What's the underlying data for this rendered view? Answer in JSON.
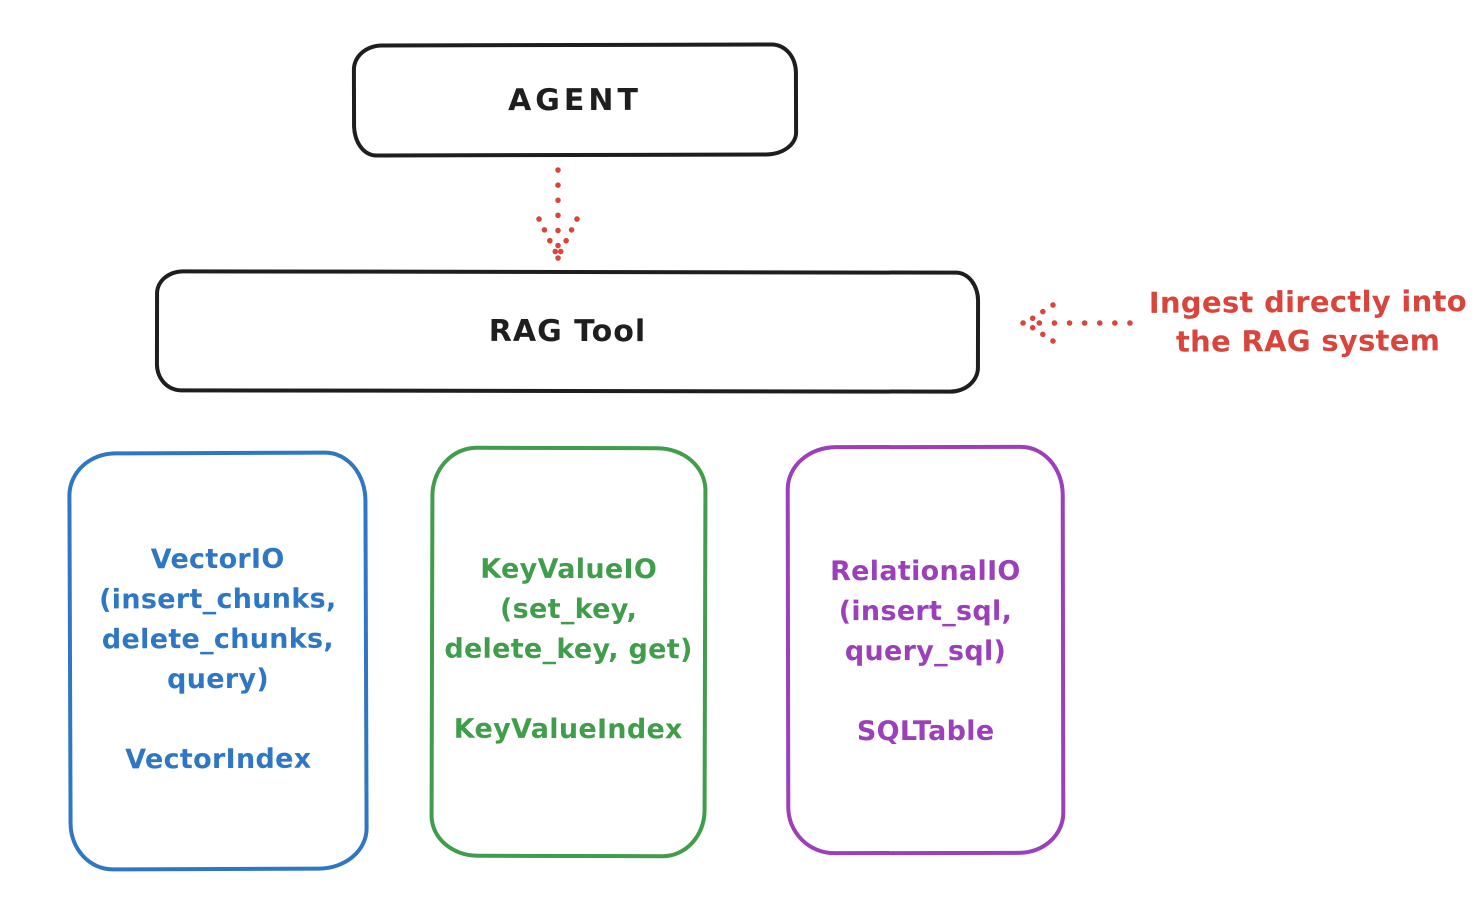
{
  "diagram": {
    "nodes": {
      "agent": {
        "label": "AGENT"
      },
      "rag_tool": {
        "label": "RAG Tool"
      }
    },
    "annotation": {
      "text": "Ingest directly into\nthe RAG system",
      "color": "#d9453d"
    },
    "arrows": [
      {
        "name": "agent-to-rag",
        "style": "dotted",
        "direction": "down",
        "color": "#d9453d"
      },
      {
        "name": "annotation-to-rag",
        "style": "dotted",
        "direction": "left",
        "color": "#d9453d"
      }
    ],
    "storage_boxes": [
      {
        "id": "vector-io",
        "methods": "VectorIO\n(insert_chunks,\ndelete_chunks,\nquery)",
        "index_label": "VectorIndex",
        "color": "#2f77c4"
      },
      {
        "id": "keyvalue-io",
        "methods": "KeyValueIO\n(set_key,\ndelete_key, get)",
        "index_label": "KeyValueIndex",
        "color": "#3f9d4b"
      },
      {
        "id": "relational-io",
        "methods": "RelationalIO\n(insert_sql,\nquery_sql)",
        "index_label": "SQLTable",
        "color": "#9b3fba"
      }
    ],
    "colors": {
      "outline": "#1e1e1e",
      "accent_red": "#d9453d",
      "background": "#ffffff"
    }
  }
}
